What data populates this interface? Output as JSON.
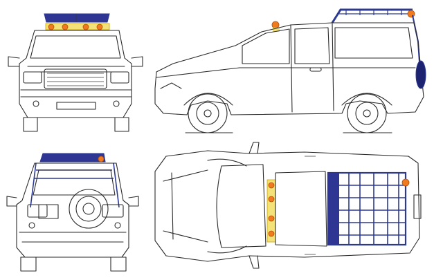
{
  "views": [
    "front",
    "side",
    "rear",
    "top"
  ],
  "colors": {
    "outline": "#2a2a2a",
    "roof_rack": "#2b3990",
    "rack_fill": "#2e3592",
    "lamp": "#f07a1e",
    "lamp_bar": "#f3e27a",
    "background": "#ffffff"
  },
  "accessories": [
    "roof-rack",
    "roof-light-bar",
    "rear-ladder",
    "spare-wheel"
  ]
}
